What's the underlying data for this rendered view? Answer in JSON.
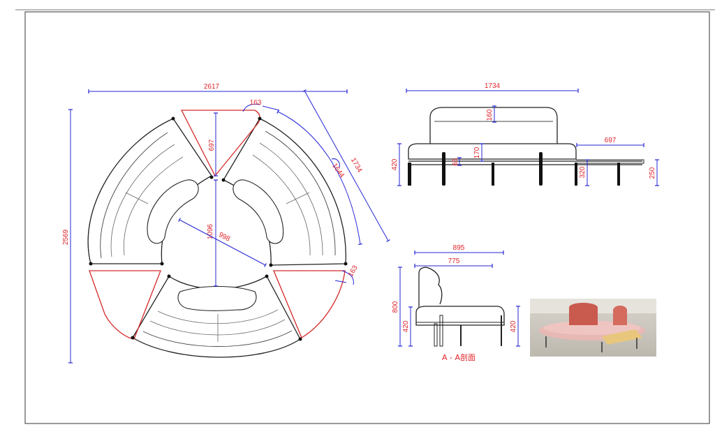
{
  "colors": {
    "dimension": "#2424d6",
    "dimension_text": "#e0242a",
    "outline": "#222222",
    "frame": "#555555",
    "accent_panel": "#d42a2a",
    "section_label": "#e0242a"
  },
  "plan": {
    "overall_width": "2617",
    "overall_height": "2569",
    "module_depth": "697",
    "inner_width": "1096",
    "radius": "998",
    "angle_top": "163",
    "angle_right": "163",
    "arc_length": "1734",
    "arc_inner": "1644"
  },
  "front_elevation": {
    "length": "1734",
    "back_height": "160",
    "seat_offset": "170",
    "seat_thickness": "65",
    "seat_height": "420",
    "table_length": "697",
    "table_height": "320",
    "table_leg_height": "250"
  },
  "section": {
    "label": "A - A剖面",
    "total_depth": "895",
    "seat_depth": "775",
    "total_height": "800",
    "seat_height": "420",
    "side_seat_height": "420"
  },
  "photo": {
    "icon": "photo-render-icon"
  }
}
